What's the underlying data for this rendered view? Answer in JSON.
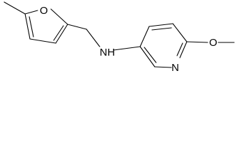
{
  "molecule": {
    "atoms": {
      "furan_oxygen": "O",
      "amine_nitrogen": "N",
      "amine_hydrogen": "H",
      "pyridine_nitrogen": "N",
      "methoxy_oxygen": "O"
    },
    "line_color": "#000000",
    "background_color": "#ffffff"
  }
}
